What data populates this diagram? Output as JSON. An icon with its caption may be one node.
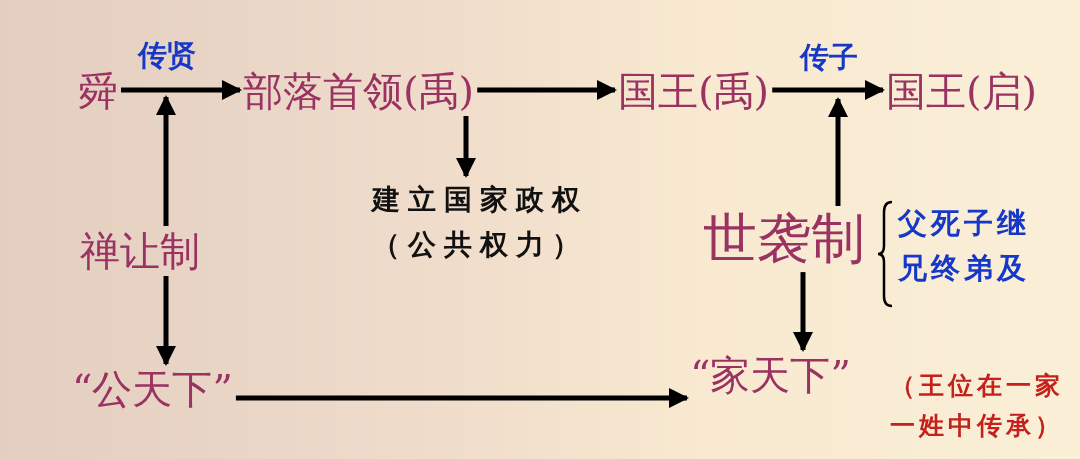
{
  "diagram": {
    "nodes": [
      {
        "text": [
          "舜"
        ]
      },
      {
        "text": [
          "部落首领(禹)"
        ]
      },
      {
        "text": [
          "国王(禹)"
        ]
      },
      {
        "text": [
          "国王(启)"
        ]
      },
      {
        "text": [
          "建立国家政权（公共权力）"
        ]
      },
      {
        "text": [
          "禅让制"
        ]
      },
      {
        "text": [
          "世袭制"
        ],
        "beside": [
          "父死子继",
          "兄终弟及"
        ]
      },
      {
        "text": [
          "“公天下”"
        ]
      },
      {
        "text": [
          "“家天下”"
        ],
        "beside": [
          "（王位在一家一姓中传承）"
        ]
      }
    ],
    "edges": [
      {
        "from": 0,
        "to": 1,
        "arrow": "to",
        "label": "传贤"
      },
      {
        "from": 1,
        "to": 2,
        "arrow": "to"
      },
      {
        "from": 1,
        "to": 4,
        "arrow": "to"
      },
      {
        "from": 2,
        "to": 3,
        "arrow": "to",
        "label": "传子"
      },
      {
        "from": 5,
        "to": null,
        "arrow": "to"
      },
      {
        "from": 5,
        "to": 7,
        "arrow": "to"
      },
      {
        "from": 6,
        "to": null,
        "arrow": "to"
      },
      {
        "from": 6,
        "to": 8,
        "arrow": "to"
      },
      {
        "from": 7,
        "to": 8,
        "arrow": "to"
      }
    ]
  }
}
